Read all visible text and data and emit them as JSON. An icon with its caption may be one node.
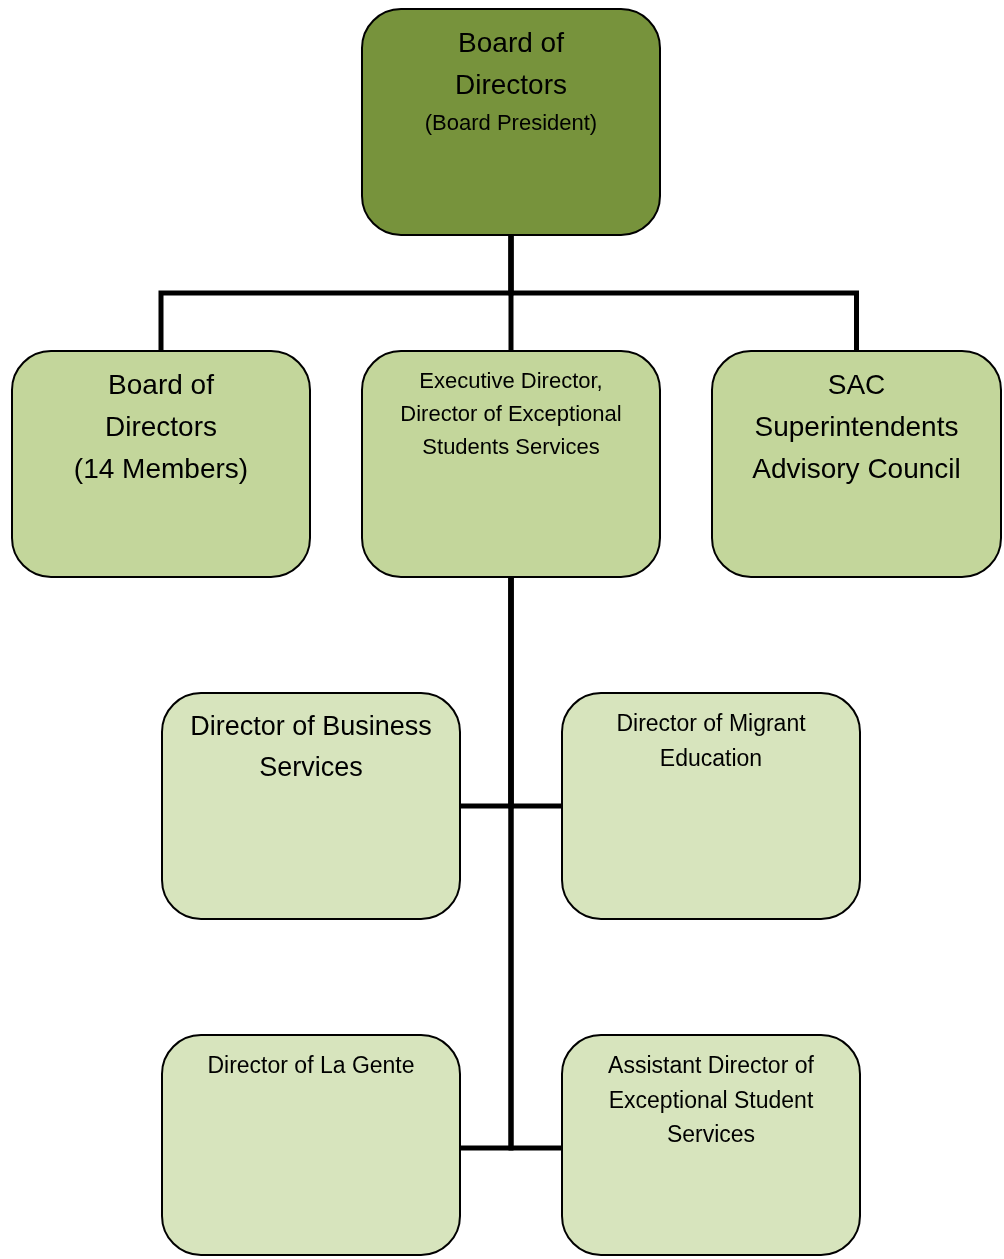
{
  "diagram": {
    "nodes": [
      {
        "text": [
          "Board of Directors",
          "(Board President)"
        ]
      },
      {
        "text": [
          "Board of Directors",
          "(14 Members)"
        ]
      },
      {
        "text": [
          "Executive Director, Director of Exceptional Students Services"
        ]
      },
      {
        "text": [
          "SAC Superintendents Advisory Council"
        ]
      },
      {
        "text": [
          "Director of Business Services"
        ]
      },
      {
        "text": [
          "Director of Migrant Education"
        ]
      },
      {
        "text": [
          "Director of La Gente"
        ]
      },
      {
        "text": [
          "Assistant Director of Exceptional Student Services"
        ]
      }
    ],
    "edges": [
      {
        "from": 0,
        "to": 1,
        "arrow": "none"
      },
      {
        "from": 0,
        "to": 2,
        "arrow": "none"
      },
      {
        "from": 0,
        "to": 3,
        "arrow": "none"
      },
      {
        "from": 2,
        "to": 4,
        "arrow": "none"
      },
      {
        "from": 2,
        "to": 5,
        "arrow": "none"
      },
      {
        "from": 2,
        "to": 6,
        "arrow": "none"
      },
      {
        "from": 2,
        "to": 7,
        "arrow": "none"
      }
    ]
  }
}
